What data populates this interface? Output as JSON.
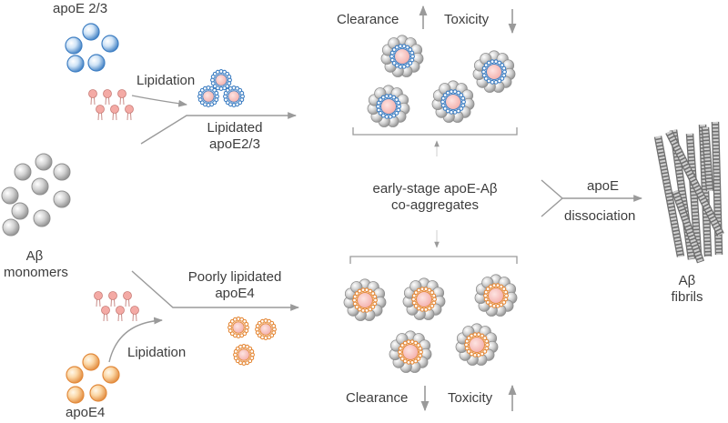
{
  "labels": {
    "apoe23": "apoE 2/3",
    "lipidation_top": "Lipidation",
    "lipidated_line1": "Lipidated",
    "lipidated_line2": "apoE2/3",
    "clearance_top": "Clearance",
    "toxicity_top": "Toxicity",
    "abeta_line1": "Aβ",
    "abeta_line2": "monomers",
    "early_line1": "early-stage apoE-Aβ",
    "early_line2": "co-aggregates",
    "apoe_dissoc_line1": "apoE",
    "apoe_dissoc_line2": "dissociation",
    "fibrils_line1": "Aβ",
    "fibrils_line2": "fibrils",
    "poorly_line1": "Poorly lipidated",
    "poorly_line2": "apoE4",
    "lipidation_bottom": "Lipidation",
    "apoe4": "apoE4",
    "clearance_bottom": "Clearance",
    "toxicity_bottom": "Toxicity"
  },
  "colors": {
    "blue": "#3f7fc3",
    "orange": "#e58a3a",
    "pink_core": "#f6b9b6",
    "gray_sphere": "#b9b9b9",
    "arrow": "#9a9a9a",
    "text": "#3d3d3d"
  }
}
